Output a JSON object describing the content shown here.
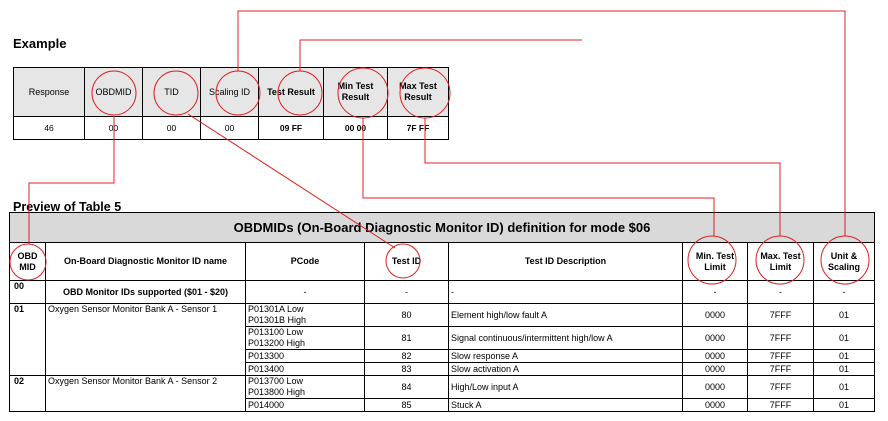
{
  "example": {
    "heading": "Example",
    "headers": [
      "Response",
      "OBDMID",
      "TID",
      "Scaling ID",
      "Test Result",
      "Min Test Result",
      "Max Test Result"
    ],
    "values": [
      "46",
      "00",
      "00",
      "00",
      "09 FF",
      "00 00",
      "7F FF"
    ]
  },
  "table5": {
    "heading": "Preview of Table 5",
    "title": "OBDMIDs (On-Board Diagnostic Monitor ID) definition for mode $06",
    "columns": [
      "OBD MID",
      "On-Board Diagnostic Monitor ID name",
      "PCode",
      "Test ID",
      "Test ID Description",
      "Min. Test Limit",
      "Max. Test Limit",
      "Unit & Scaling"
    ],
    "row00": {
      "mid": "00",
      "name": "OBD Monitor IDs supported ($01 - $20)",
      "pcode": "-",
      "tid": "-",
      "desc": "-",
      "min": "-",
      "max": "-",
      "unit": "-"
    },
    "group01": {
      "mid": "01",
      "name": "Oxygen Sensor Monitor Bank A - Sensor 1",
      "rows": [
        {
          "pcode": "P01301A Low\nP01301B High",
          "tid": "80",
          "desc": "Element high/low fault A",
          "min": "0000",
          "max": "7FFF",
          "unit": "01"
        },
        {
          "pcode": "P013100 Low\nP013200 High",
          "tid": "81",
          "desc": "Signal continuous/intermittent high/low A",
          "min": "0000",
          "max": "7FFF",
          "unit": "01"
        },
        {
          "pcode": "P013300",
          "tid": "82",
          "desc": "Slow response A",
          "min": "0000",
          "max": "7FFF",
          "unit": "01"
        },
        {
          "pcode": "P013400",
          "tid": "83",
          "desc": "Slow activation A",
          "min": "0000",
          "max": "7FFF",
          "unit": "01"
        }
      ]
    },
    "group02": {
      "mid": "02",
      "name": "Oxygen Sensor Monitor Bank A - Sensor 2",
      "rows": [
        {
          "pcode": "P013700 Low\nP013800 High",
          "tid": "84",
          "desc": "High/Low input A",
          "min": "0000",
          "max": "7FFF",
          "unit": "01"
        },
        {
          "pcode": "P014000",
          "tid": "85",
          "desc": "Stuck A",
          "min": "0000",
          "max": "7FFF",
          "unit": "01"
        }
      ]
    }
  },
  "colors": {
    "annotation": "#e02020",
    "header_fill": "#e6e6e6",
    "title_fill": "#d9d9d9"
  }
}
